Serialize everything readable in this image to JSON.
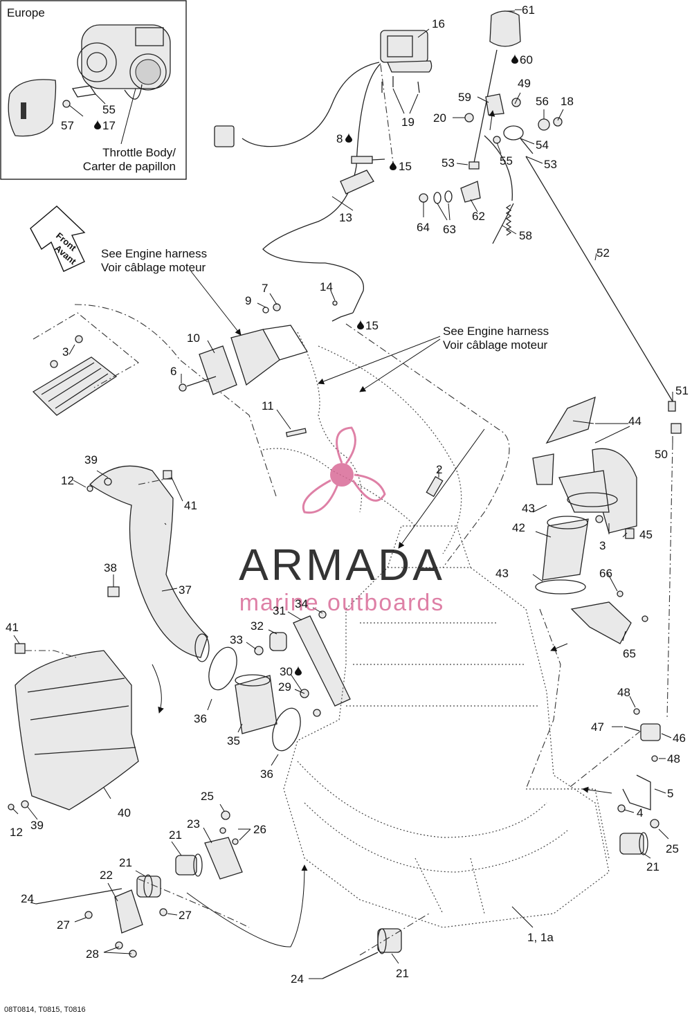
{
  "inset": {
    "region": "Europe",
    "caption_line1": "Throttle Body/",
    "caption_line2": "Carter de papillon"
  },
  "front_arrow": {
    "line1": "Front",
    "line2": "Avant"
  },
  "notes": {
    "harness_a_line1": "See Engine harness",
    "harness_a_line2": "Voir câblage moteur",
    "harness_b_line1": "See Engine harness",
    "harness_b_line2": "Voir câblage moteur"
  },
  "watermark": {
    "brand": "ARMADA",
    "tagline": "marine outboards",
    "color": "#d96b97"
  },
  "footer": {
    "ref": "08T0814, T0815, T0816"
  },
  "callouts": [
    {
      "id": "c16",
      "text": "16"
    },
    {
      "id": "c61",
      "text": "61"
    },
    {
      "id": "c60",
      "text": "60"
    },
    {
      "id": "c59",
      "text": "59"
    },
    {
      "id": "c49",
      "text": "49"
    },
    {
      "id": "c56",
      "text": "56"
    },
    {
      "id": "c55a",
      "text": "55"
    },
    {
      "id": "c57",
      "text": "57"
    },
    {
      "id": "c17",
      "text": "17"
    },
    {
      "id": "c18",
      "text": "18"
    },
    {
      "id": "c20",
      "text": "20"
    },
    {
      "id": "c19",
      "text": "19"
    },
    {
      "id": "c8",
      "text": "8"
    },
    {
      "id": "c15a",
      "text": "15"
    },
    {
      "id": "c53a",
      "text": "53"
    },
    {
      "id": "c55b",
      "text": "55"
    },
    {
      "id": "c54",
      "text": "54"
    },
    {
      "id": "c53b",
      "text": "53"
    },
    {
      "id": "c13",
      "text": "13"
    },
    {
      "id": "c64",
      "text": "64"
    },
    {
      "id": "c63",
      "text": "63"
    },
    {
      "id": "c62",
      "text": "62"
    },
    {
      "id": "c58",
      "text": "58"
    },
    {
      "id": "c52",
      "text": "52"
    },
    {
      "id": "c7",
      "text": "7"
    },
    {
      "id": "c9",
      "text": "9"
    },
    {
      "id": "c14",
      "text": "14"
    },
    {
      "id": "c15b",
      "text": "15"
    },
    {
      "id": "c10",
      "text": "10"
    },
    {
      "id": "c3a",
      "text": "3"
    },
    {
      "id": "c6",
      "text": "6"
    },
    {
      "id": "c11",
      "text": "11"
    },
    {
      "id": "c51",
      "text": "51"
    },
    {
      "id": "c44",
      "text": "44"
    },
    {
      "id": "c50",
      "text": "50"
    },
    {
      "id": "c39a",
      "text": "39"
    },
    {
      "id": "c12a",
      "text": "12"
    },
    {
      "id": "c41a",
      "text": "41"
    },
    {
      "id": "c2",
      "text": "2"
    },
    {
      "id": "c43a",
      "text": "43"
    },
    {
      "id": "c45",
      "text": "45"
    },
    {
      "id": "c3b",
      "text": "3"
    },
    {
      "id": "c42",
      "text": "42"
    },
    {
      "id": "c38",
      "text": "38"
    },
    {
      "id": "c37",
      "text": "37"
    },
    {
      "id": "c43b",
      "text": "43"
    },
    {
      "id": "c66",
      "text": "66"
    },
    {
      "id": "c34",
      "text": "34"
    },
    {
      "id": "c31",
      "text": "31"
    },
    {
      "id": "c32",
      "text": "32"
    },
    {
      "id": "c33",
      "text": "33"
    },
    {
      "id": "c41b",
      "text": "41"
    },
    {
      "id": "c65",
      "text": "65"
    },
    {
      "id": "c30",
      "text": "30"
    },
    {
      "id": "c29",
      "text": "29"
    },
    {
      "id": "c36a",
      "text": "36"
    },
    {
      "id": "c35",
      "text": "35"
    },
    {
      "id": "c48a",
      "text": "48"
    },
    {
      "id": "c47",
      "text": "47"
    },
    {
      "id": "c46",
      "text": "46"
    },
    {
      "id": "c48b",
      "text": "48"
    },
    {
      "id": "c36b",
      "text": "36"
    },
    {
      "id": "c5",
      "text": "5"
    },
    {
      "id": "c25a",
      "text": "25"
    },
    {
      "id": "c26",
      "text": "26"
    },
    {
      "id": "c23",
      "text": "23"
    },
    {
      "id": "c4",
      "text": "4"
    },
    {
      "id": "c40",
      "text": "40"
    },
    {
      "id": "c12b",
      "text": "12"
    },
    {
      "id": "c39b",
      "text": "39"
    },
    {
      "id": "c25b",
      "text": "25"
    },
    {
      "id": "c21a",
      "text": "21"
    },
    {
      "id": "c21b",
      "text": "21"
    },
    {
      "id": "c21c",
      "text": "21"
    },
    {
      "id": "c22",
      "text": "22"
    },
    {
      "id": "c24a",
      "text": "24"
    },
    {
      "id": "c27a",
      "text": "27"
    },
    {
      "id": "c27b",
      "text": "27"
    },
    {
      "id": "c28",
      "text": "28"
    },
    {
      "id": "c1",
      "text": "1, 1a"
    },
    {
      "id": "c24b",
      "text": "24"
    },
    {
      "id": "c21d",
      "text": "21"
    }
  ]
}
